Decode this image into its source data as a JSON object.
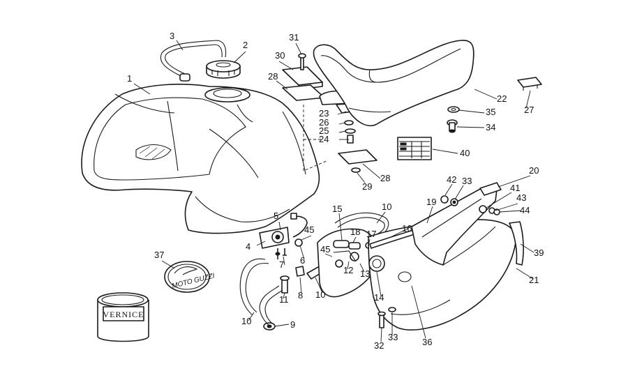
{
  "diagram": {
    "callouts": [
      "1",
      "2",
      "3",
      "4",
      "5",
      "6",
      "7",
      "8",
      "9",
      "10",
      "10",
      "10",
      "11",
      "12",
      "13",
      "14",
      "15",
      "16",
      "17",
      "18",
      "19",
      "20",
      "21",
      "22",
      "23",
      "24",
      "25",
      "26",
      "27",
      "28",
      "28",
      "29",
      "30",
      "31",
      "32",
      "33",
      "33",
      "34",
      "35",
      "36",
      "37",
      "39",
      "40",
      "41",
      "42",
      "43",
      "44",
      "45",
      "45"
    ],
    "emblem_text": "MOTO GUZZI",
    "paint_can_label": "VERNICE"
  }
}
